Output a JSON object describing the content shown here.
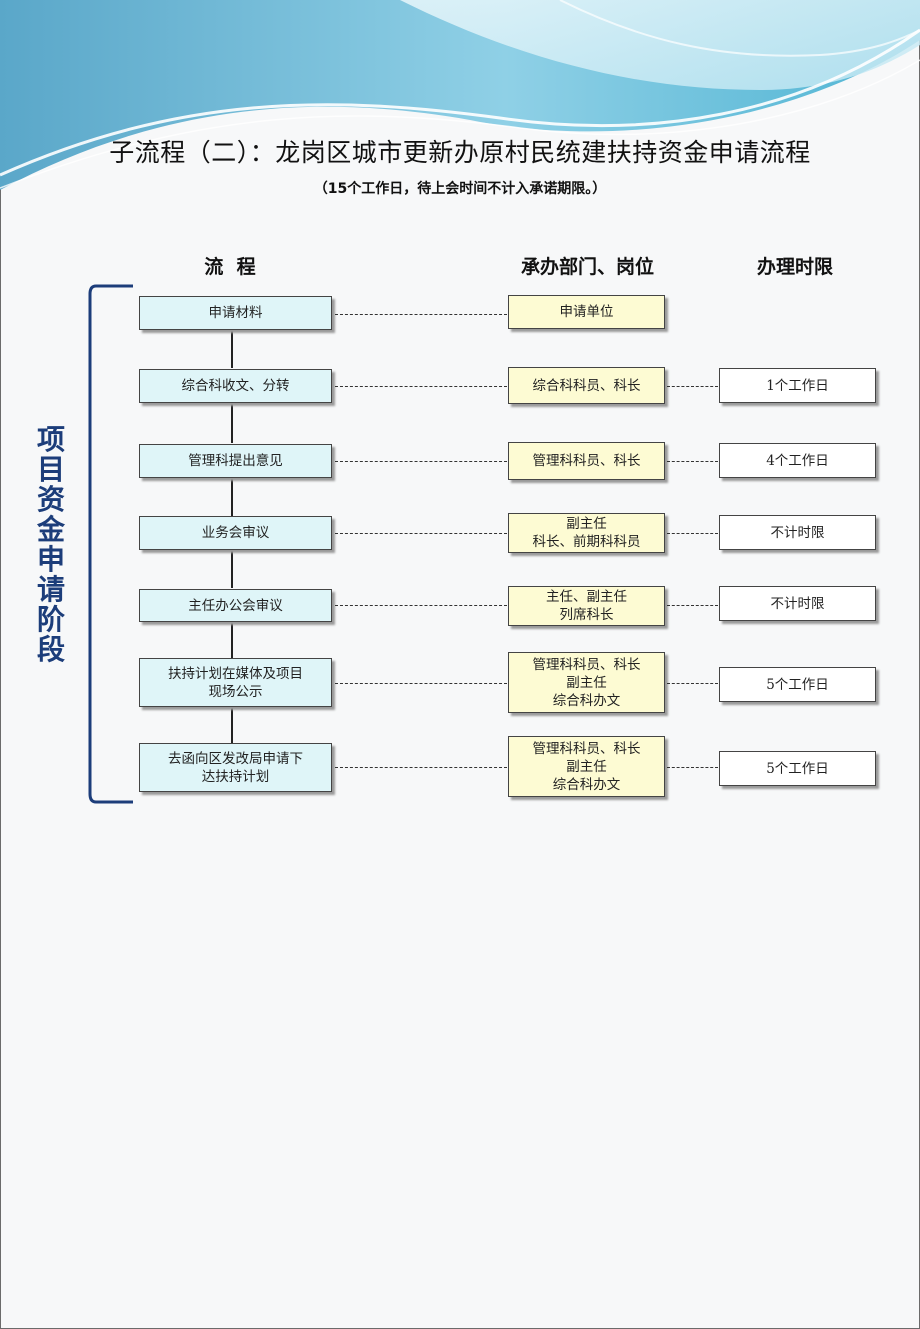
{
  "title": "子流程（二）：龙岗区城市更新办原村民统建扶持资金申请流程",
  "subtitle": "（15个工作日，待上会时间不计入承诺期限。）",
  "headers": {
    "process": "流  程",
    "dept": "承办部门、岗位",
    "time": "办理时限"
  },
  "stage_label": "项目资金申请阶段",
  "colors": {
    "step_fill": "#dff5f8",
    "dept_fill": "#fdfbd3",
    "time_fill": "#ffffff",
    "bracket": "#1c3d7a"
  },
  "steps": [
    {
      "step": "申请材料",
      "dept": "申请单位",
      "time": ""
    },
    {
      "step": "综合科收文、分转",
      "dept": "综合科科员、科长",
      "time": "1个工作日"
    },
    {
      "step": "管理科提出意见",
      "dept": "管理科科员、科长",
      "time": "4个工作日"
    },
    {
      "step": "业务会审议",
      "dept": "副主任\n科长、前期科科员",
      "time": "不计时限"
    },
    {
      "step": "主任办公会审议",
      "dept": "主任、副主任\n列席科长",
      "time": "不计时限"
    },
    {
      "step": "扶持计划在媒体及项目\n现场公示",
      "dept": "管理科科员、科长\n副主任\n综合科办文",
      "time": "5个工作日"
    },
    {
      "step": "去函向区发改局申请下\n达扶持计划",
      "dept": "管理科科员、科长\n副主任\n综合科办文",
      "time": "5个工作日"
    }
  ]
}
